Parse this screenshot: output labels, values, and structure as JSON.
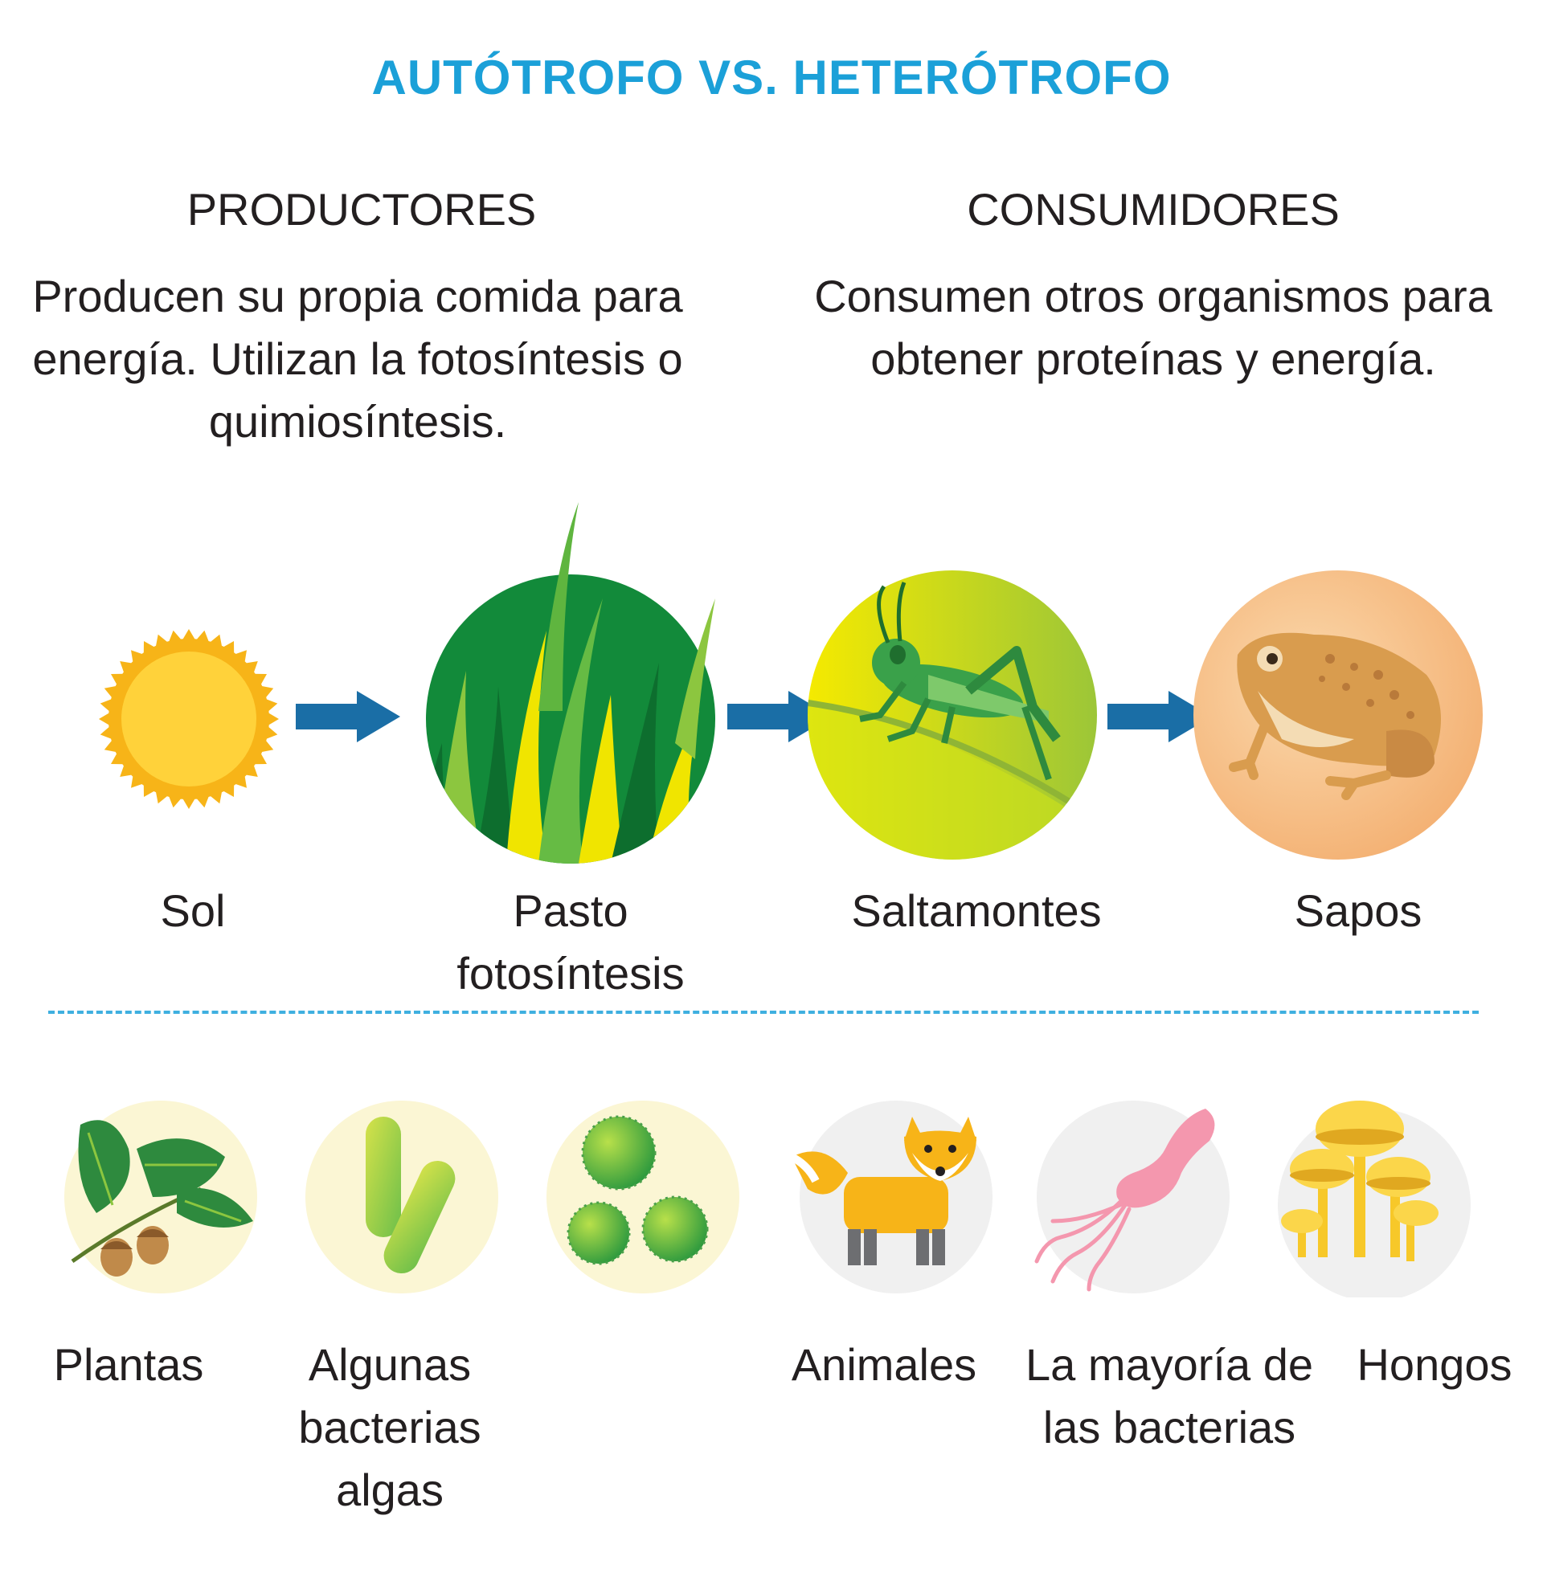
{
  "title": "AUTÓTROFO VS. HETERÓTROFO",
  "producers": {
    "heading": "PRODUCTORES",
    "description": "Producen su propia comida para energía. Utilizan la fotosíntesis o quimiosíntesis."
  },
  "consumers": {
    "heading": "CONSUMIDORES",
    "description": "Consumen otros organismos para obtener proteínas y energía."
  },
  "food_chain": [
    {
      "label": "Sol",
      "icon": "sun-icon"
    },
    {
      "label": "Pasto fotosíntesis",
      "icon": "grass-icon"
    },
    {
      "label": "Saltamontes",
      "icon": "grasshopper-icon"
    },
    {
      "label": "Sapos",
      "icon": "toad-icon"
    }
  ],
  "examples": [
    {
      "label": "Plantas",
      "icon": "oak-leaves-icon"
    },
    {
      "label": "Algunas bacterias algas",
      "icon": "rod-bacteria-icon"
    },
    {
      "label": "",
      "icon": "algae-cells-icon"
    },
    {
      "label": "Animales",
      "icon": "fox-icon"
    },
    {
      "label": "La mayoría de las bacterias",
      "icon": "flagellated-bacterium-icon"
    },
    {
      "label": "Hongos",
      "icon": "mushrooms-icon"
    }
  ],
  "colors": {
    "title": "#1ba0d8",
    "arrow": "#1a6ea6",
    "divider": "#3fb0e0",
    "text": "#231f20"
  }
}
